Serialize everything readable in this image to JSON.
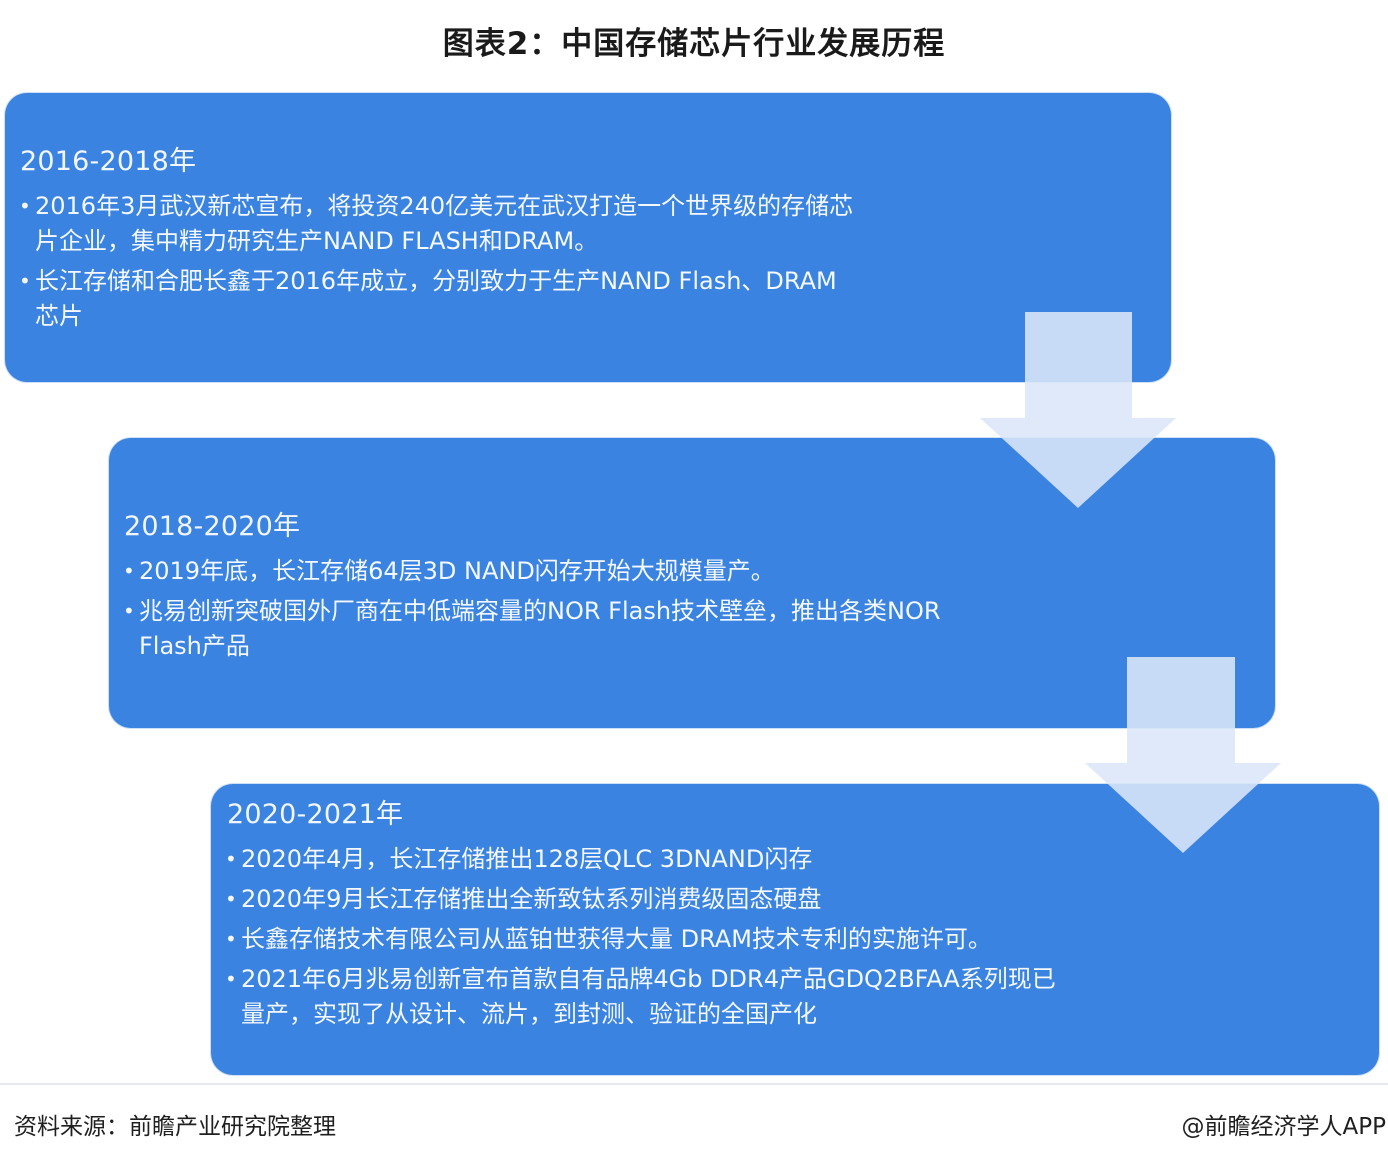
{
  "title": "图表2：中国存储芯片行业发展历程",
  "colors": {
    "box": "#3b83e0",
    "arrow": "#d6e2f6",
    "text_on_box": "#ffffff",
    "title_text": "#1a1a1a"
  },
  "stages": [
    {
      "year": "2016-2018年",
      "bullets": [
        "2016年3月武汉新芯宣布，将投资240亿美元在武汉打造一个世界级的存储芯片企业，集中精力研究生产NAND FLASH和DRAM。",
        "长江存储和合肥长鑫于2016年成立，分别致力于生产NAND Flash、DRAM芯片"
      ]
    },
    {
      "year": "2018-2020年",
      "bullets": [
        "2019年底，长江存储64层3D NAND闪存开始大规模量产。",
        "兆易创新突破国外厂商在中低端容量的NOR Flash技术壁垒，推出各类NOR Flash产品"
      ]
    },
    {
      "year": "2020-2021年",
      "bullets": [
        "2020年4月，长江存储推出128层QLC 3DNAND闪存",
        "2020年9月长江存储推出全新致钛系列消费级固态硬盘",
        "长鑫存储技术有限公司从蓝铂世获得大量 DRAM技术专利的实施许可。",
        "2021年6月兆易创新宣布首款自有品牌4Gb DDR4产品GDQ2BFAA系列现已量产，实现了从设计、流片，到封测、验证的全国产化"
      ]
    }
  ],
  "bullet_glyph": "•",
  "arrows": [
    {
      "icon": "down-arrow-icon",
      "from": "2016-2018年",
      "to": "2018-2020年"
    },
    {
      "icon": "down-arrow-icon",
      "from": "2018-2020年",
      "to": "2020-2021年"
    }
  ],
  "footer": {
    "source": "资料来源：前瞻产业研究院整理",
    "credit": "@前瞻经济学人APP"
  }
}
